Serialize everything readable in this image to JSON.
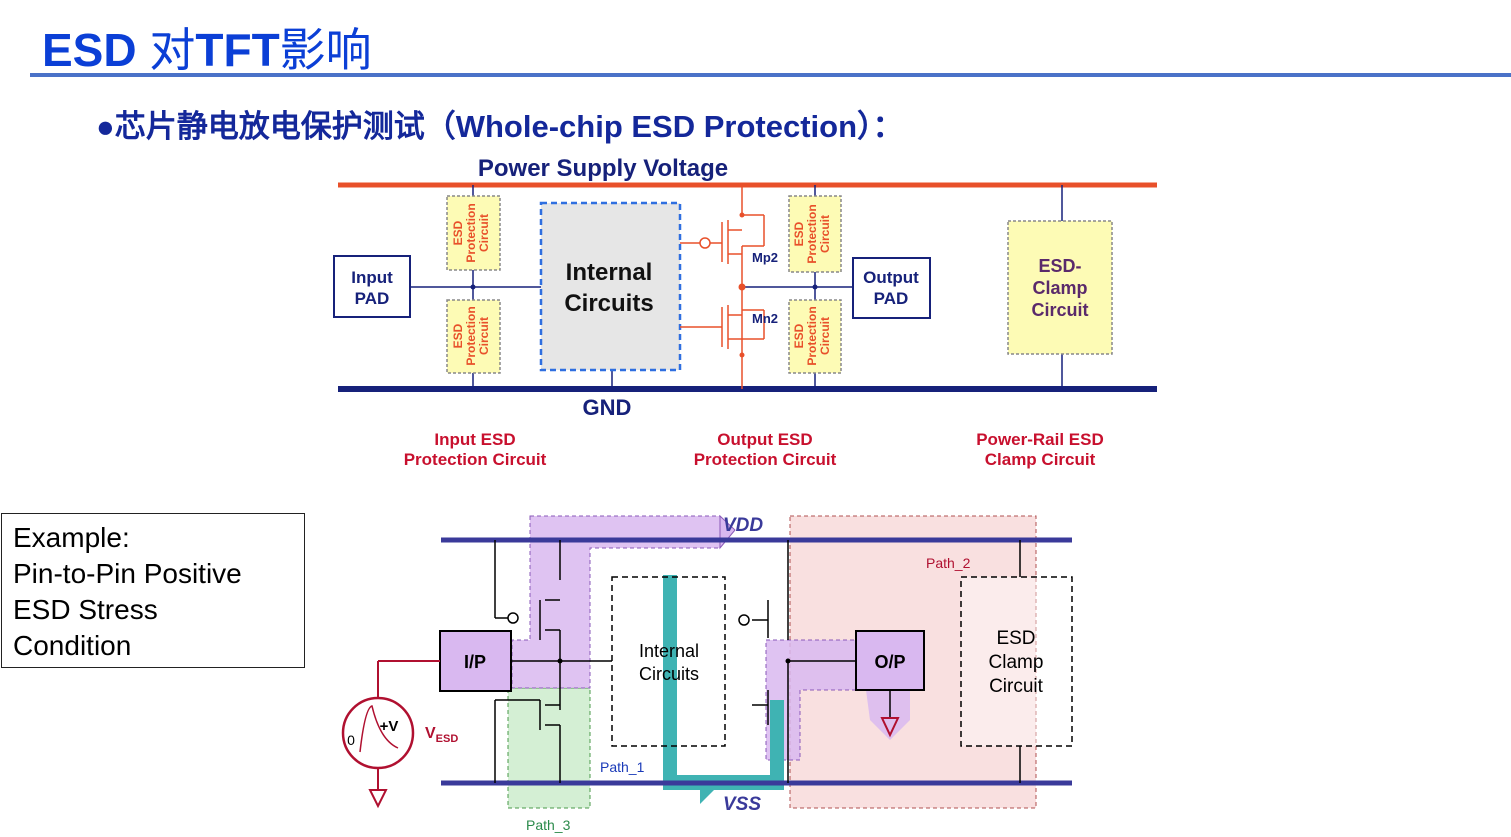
{
  "title": {
    "latin": "ESD ",
    "cn1": "对",
    "latin2": "TFT",
    "cn2": "影响"
  },
  "bullet": "●芯片静电放电保护测试（Whole-chip ESD Protection）：",
  "top_diagram": {
    "power_label": "Power Supply Voltage",
    "gnd_label": "GND",
    "input_pad": [
      "Input",
      "PAD"
    ],
    "output_pad": [
      "Output",
      "PAD"
    ],
    "internal": [
      "Internal",
      "Circuits"
    ],
    "esd_protection": [
      "ESD",
      "Protection",
      "Circuit"
    ],
    "mp2": "Mp2",
    "mn2": "Mn2",
    "clamp": [
      "ESD-",
      "Clamp",
      "Circuit"
    ],
    "captions": {
      "input": [
        "Input ESD",
        "Protection Circuit"
      ],
      "output": [
        "Output ESD",
        "Protection Circuit"
      ],
      "rail": [
        "Power-Rail ESD",
        "Clamp Circuit"
      ]
    }
  },
  "example_box": [
    "Example:",
    "Pin-to-Pin Positive",
    "ESD Stress",
    "Condition"
  ],
  "bottom_diagram": {
    "vdd": "VDD",
    "vss": "VSS",
    "ip": "I/P",
    "op": "O/P",
    "internal": [
      "Internal",
      "Circuits"
    ],
    "clamp": [
      "ESD",
      "Clamp",
      "Circuit"
    ],
    "path1": "Path_1",
    "path2": "Path_2",
    "path3": "Path_3",
    "source_plus": "+V",
    "source_zero": "0",
    "vesd_main": "V",
    "vesd_sub": "ESD"
  },
  "colors": {
    "title": "#0b3fd6",
    "power_rail": "#e8502a",
    "gnd_rail": "#16217a",
    "caption": "#c8102e",
    "esd_box": "#fdfbb5",
    "path1": "#3fb3b3",
    "path2": "#f5cccc",
    "path3": "#cdeccd",
    "path_purple": "#d9b8f0"
  }
}
